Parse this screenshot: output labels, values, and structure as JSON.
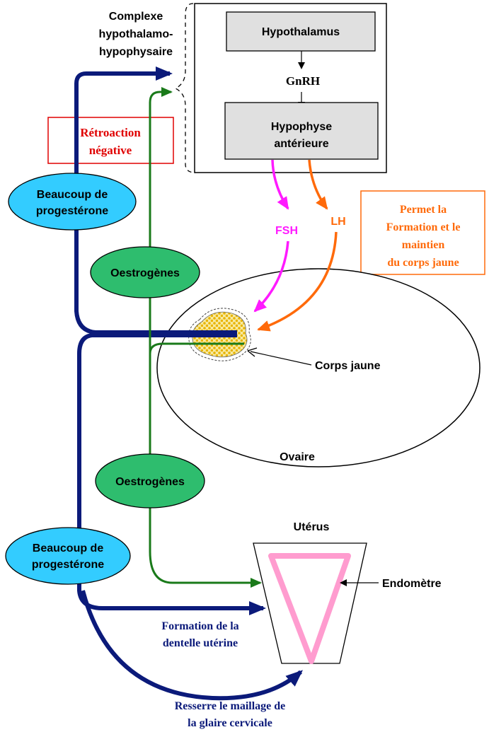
{
  "complex": {
    "line1": "Complexe",
    "line2": "hypothalamo-",
    "line3": "hypophysaire"
  },
  "hypothalamus": "Hypothalamus",
  "gnrh": "GnRH",
  "hypophyse": {
    "line1": "Hypophyse",
    "line2": "antérieure"
  },
  "retroaction": {
    "line1": "Rétroaction",
    "line2": "négative"
  },
  "fsh": "FSH",
  "lh": "LH",
  "lh_effect": {
    "line1": "Permet la",
    "line2": "Formation et le",
    "line3": "maintien",
    "line4": "du corps jaune"
  },
  "progesterone_top": {
    "line1": "Beaucoup de",
    "line2": "progestérone"
  },
  "oestrogenes_top": "Oestrogènes",
  "corps_jaune": "Corps jaune",
  "ovaire": "Ovaire",
  "oestrogenes_bottom": "Oestrogènes",
  "uterus": "Utérus",
  "progesterone_bottom": {
    "line1": "Beaucoup de",
    "line2": "progestérone"
  },
  "endometre": "Endomètre",
  "dentelle": {
    "line1": "Formation de la",
    "line2": "dentelle utérine"
  },
  "glaire": {
    "line1": "Resserre le maillage de",
    "line2": "la glaire cervicale"
  },
  "colors": {
    "navy": "#0b1a7a",
    "green": "#1a7a1a",
    "magenta": "#ff1aff",
    "orange": "#ff6a0a",
    "red": "#e00000",
    "cyan": "#33ccff",
    "ellipse_green": "#2ebd6e",
    "gland_gray": "#e0e0e0",
    "endometrium_pink": "#ff9ccf",
    "corpus_yellow": "#f5e08a",
    "corpus_dots": "#e8b400"
  }
}
